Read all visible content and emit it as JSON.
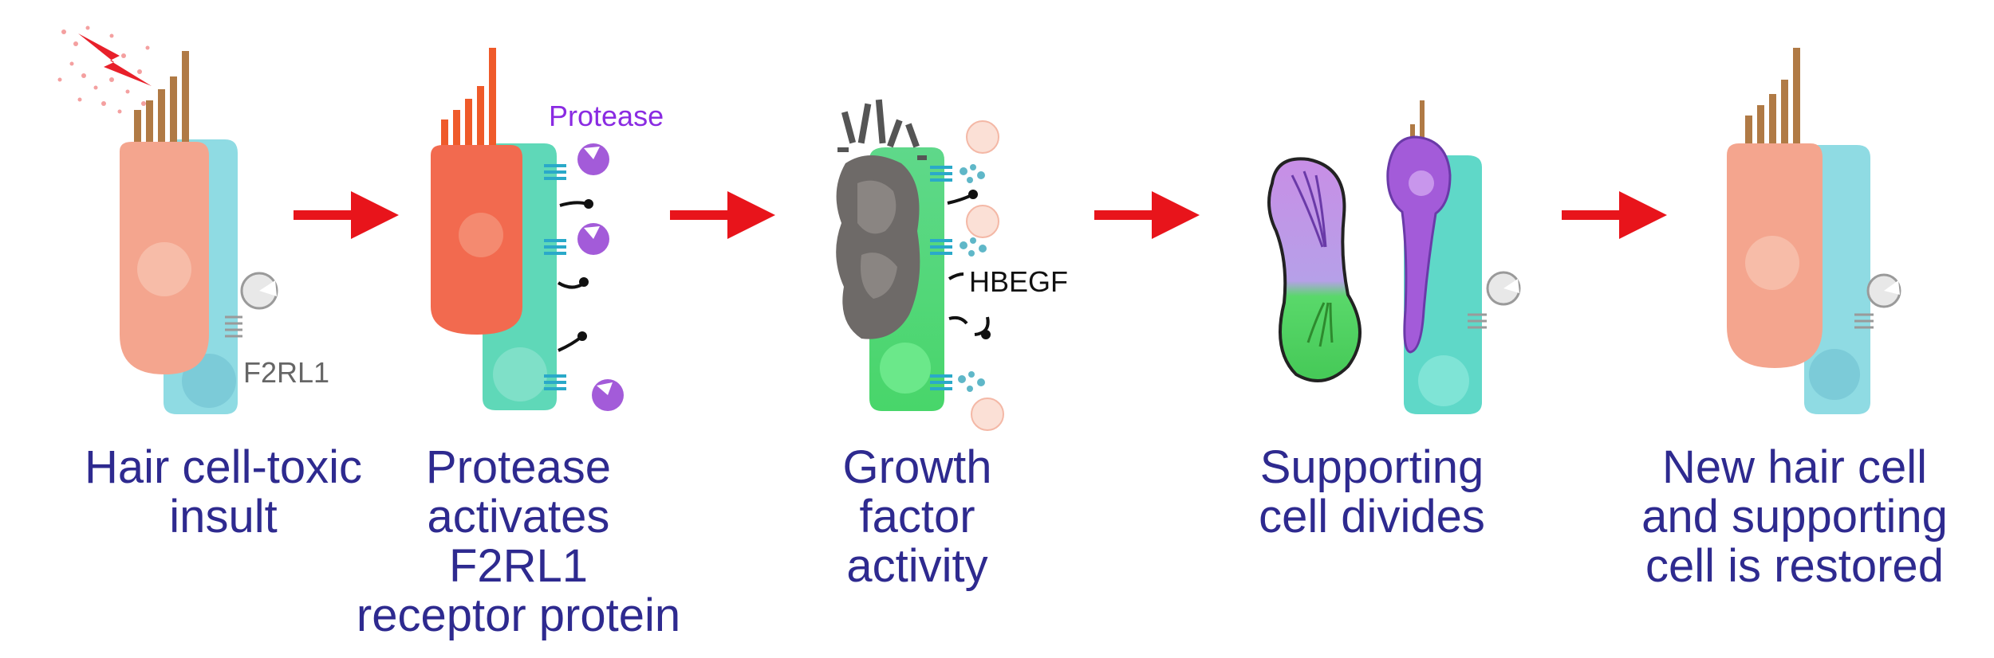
{
  "labels": {
    "f2rl1": "F2RL1",
    "protease": "Protease",
    "hbegf": "HBEGF"
  },
  "steps": [
    {
      "lines": [
        "Hair cell-toxic",
        "insult"
      ]
    },
    {
      "lines": [
        "Protease",
        "activates",
        "F2RL1",
        "receptor protein"
      ]
    },
    {
      "lines": [
        "Growth",
        "factor",
        "activity"
      ]
    },
    {
      "lines": [
        "Supporting",
        "cell divides"
      ]
    },
    {
      "lines": [
        "New hair cell",
        "and supporting",
        "cell is restored"
      ]
    }
  ],
  "colors": {
    "caption_text": "#2e2a8f",
    "arrow": "#e8141b",
    "hair_cell": "#f4a58e",
    "hair_cell_active": "#f26a4f",
    "supporting_cell": "#8fdbe3",
    "supporting_cell_active": "#5fd8b8",
    "supporting_cell_growth": "#4fd66f",
    "stereocilia": "#b07a45",
    "stereocilia_active": "#ef5a2a",
    "protease": "#a35bd9",
    "receptor": "#2aa9c9",
    "receptor_inactive": "#9a9a9a",
    "protease_label": "#8a2be2"
  }
}
